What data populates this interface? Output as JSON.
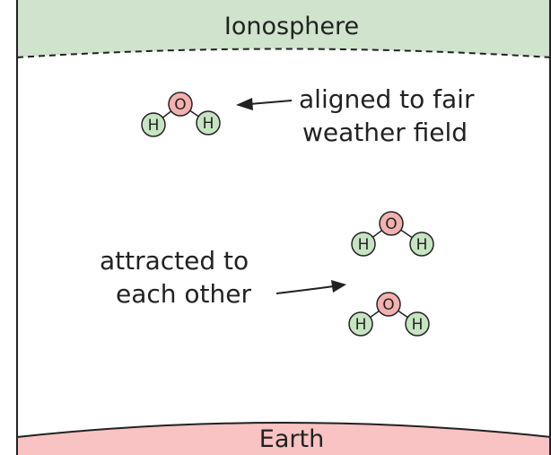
{
  "colors": {
    "ionosphere_fill": "#cfe3cd",
    "earth_fill": "#f9c3c3",
    "oxygen_fill": "#f3b1b1",
    "hydrogen_fill": "#c6e4c1",
    "border": "#222222"
  },
  "ionosphere": {
    "label": "Ionosphere"
  },
  "earth": {
    "label": "Earth"
  },
  "annotations": {
    "aligned": {
      "line1": "aligned to fair",
      "line2": "weather field"
    },
    "attracted": {
      "line1": "attracted to",
      "line2": "each other"
    }
  },
  "atoms": {
    "oxygen": "O",
    "hydrogen": "H"
  }
}
